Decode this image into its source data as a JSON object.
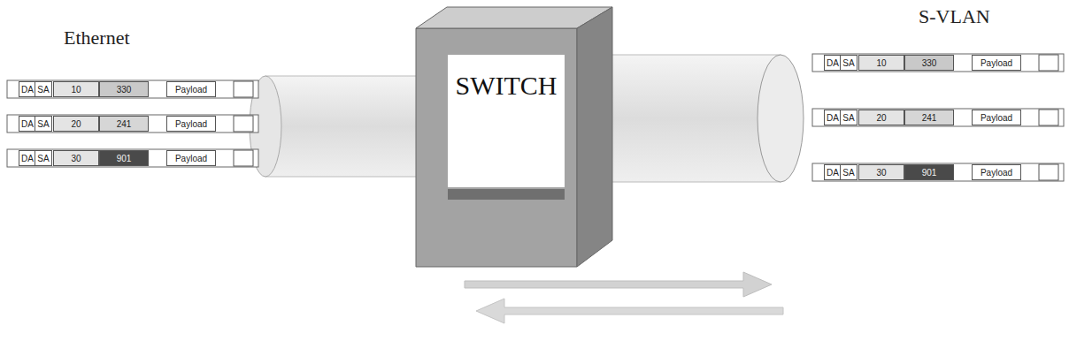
{
  "diagram": {
    "nodes": [
      {
        "text": [
          "DA"
        ]
      },
      {
        "text": [
          "SA"
        ]
      },
      {
        "text": [
          "10"
        ]
      },
      {
        "text": [
          "330"
        ]
      },
      {
        "text": [
          "Payload"
        ]
      },
      {
        "text": [
          "DA"
        ]
      },
      {
        "text": [
          "SA"
        ]
      },
      {
        "text": [
          "20"
        ]
      },
      {
        "text": [
          "241"
        ]
      },
      {
        "text": [
          "Payload"
        ]
      },
      {
        "text": [
          "DA"
        ]
      },
      {
        "text": [
          "SA"
        ]
      },
      {
        "text": [
          "30"
        ]
      },
      {
        "text": [
          "901"
        ]
      },
      {
        "text": [
          "Payload"
        ]
      },
      {
        "text": [
          "SWITCH"
        ]
      },
      {
        "text": [
          "DA"
        ]
      },
      {
        "text": [
          "SA"
        ]
      },
      {
        "text": [
          "10"
        ]
      },
      {
        "text": [
          "330"
        ]
      },
      {
        "text": [
          "Payload"
        ]
      },
      {
        "text": [
          "DA"
        ]
      },
      {
        "text": [
          "SA"
        ]
      },
      {
        "text": [
          "20"
        ]
      },
      {
        "text": [
          "241"
        ]
      },
      {
        "text": [
          "Payload"
        ]
      },
      {
        "text": [
          "DA"
        ]
      },
      {
        "text": [
          "SA"
        ]
      },
      {
        "text": [
          "30"
        ]
      },
      {
        "text": [
          "901"
        ]
      },
      {
        "text": [
          "Payload"
        ]
      }
    ],
    "labels": [
      "Ethernet",
      "S-VLAN"
    ]
  }
}
